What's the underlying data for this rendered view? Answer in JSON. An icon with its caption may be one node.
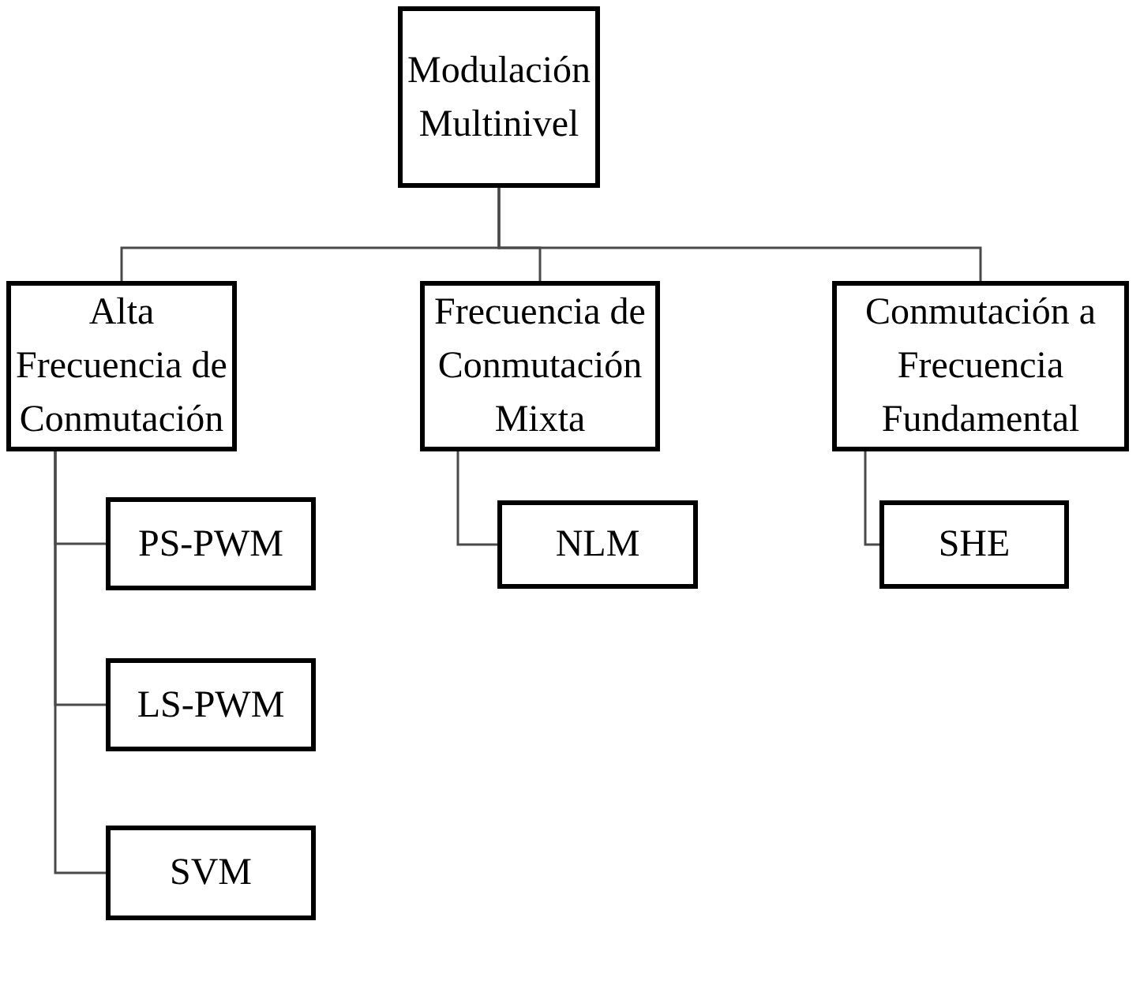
{
  "diagram": {
    "nodes": [
      {
        "text": [
          "Modulación Multinivel"
        ]
      },
      {
        "text": [
          "Alta Frecuencia de Conmutación"
        ]
      },
      {
        "text": [
          "Frecuencia de Conmutación Mixta"
        ]
      },
      {
        "text": [
          "Conmutación a Frecuencia Fundamental"
        ]
      },
      {
        "text": [
          "PS-PWM"
        ]
      },
      {
        "text": [
          "LS-PWM"
        ]
      },
      {
        "text": [
          "SVM"
        ]
      },
      {
        "text": [
          "NLM"
        ]
      },
      {
        "text": [
          "SHE"
        ]
      }
    ],
    "edges": [
      {
        "from": 0,
        "to": 1,
        "arrow": "none"
      },
      {
        "from": 0,
        "to": 2,
        "arrow": "none"
      },
      {
        "from": 0,
        "to": 3,
        "arrow": "none"
      },
      {
        "from": 1,
        "to": 4,
        "arrow": "none"
      },
      {
        "from": 1,
        "to": 5,
        "arrow": "none"
      },
      {
        "from": 1,
        "to": 6,
        "arrow": "none"
      },
      {
        "from": 2,
        "to": 7,
        "arrow": "none"
      },
      {
        "from": 3,
        "to": 8,
        "arrow": "none"
      }
    ]
  }
}
